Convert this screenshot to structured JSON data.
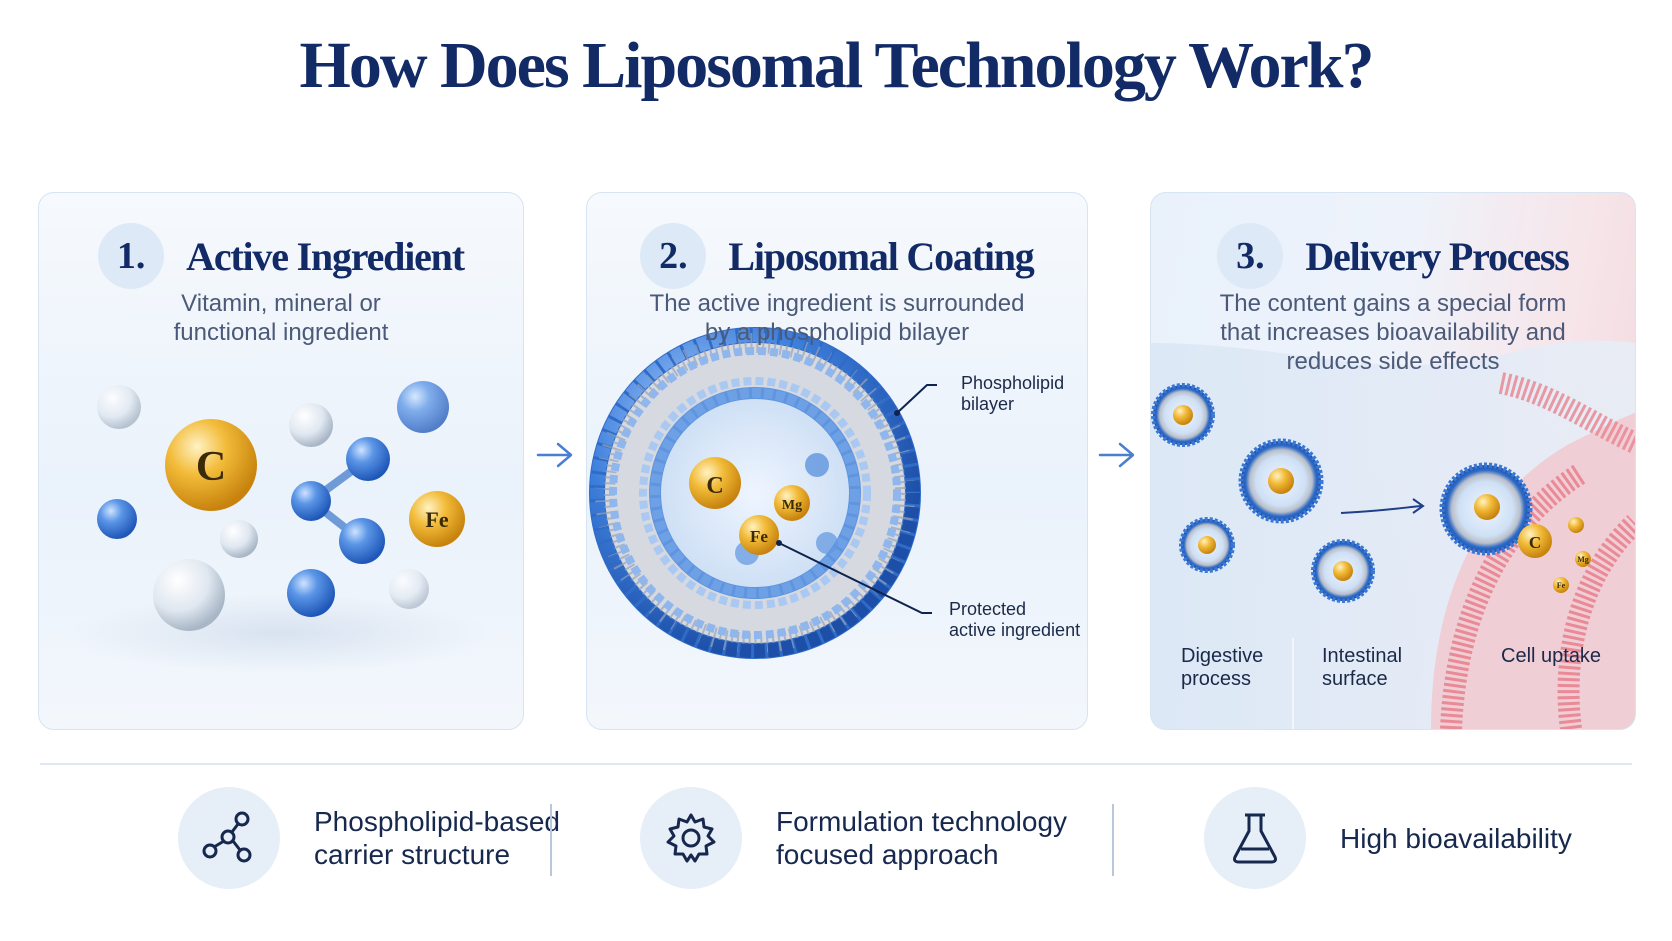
{
  "title": "How Does Liposomal Technology Work?",
  "colors": {
    "navy": "#122a66",
    "accent_blue": "#3b78d4",
    "gold": "#e8a21c",
    "membrane_pink": "#e8838f"
  },
  "steps": [
    {
      "number": "1.",
      "title": "Active Ingredient",
      "description": "Vitamin, mineral or\nfunctional ingredient",
      "molecule_labels": [
        "C",
        "Fe"
      ]
    },
    {
      "number": "2.",
      "title": "Liposomal Coating",
      "description": "The active ingredient is surrounded\nby a phospholipid bilayer",
      "core_labels": [
        "C",
        "Mg",
        "Fe"
      ],
      "callouts": {
        "bilayer": "Phospholipid\nbilayer",
        "protected": "Protected\nactive ingredient"
      }
    },
    {
      "number": "3.",
      "title": "Delivery Process",
      "description": "The content gains a special form\nthat increases bioavailability and\nreduces side effects",
      "particle_labels": [
        "C",
        "Mg",
        "Fe"
      ],
      "zones": [
        "Digestive\nprocess",
        "Intestinal\nsurface",
        "Cell uptake"
      ]
    }
  ],
  "features": [
    {
      "icon": "molecule-icon",
      "text": "Phospholipid-based\ncarrier structure"
    },
    {
      "icon": "gear-icon",
      "text": "Formulation technology\nfocused approach"
    },
    {
      "icon": "flask-icon",
      "text": "High bioavailability"
    }
  ]
}
